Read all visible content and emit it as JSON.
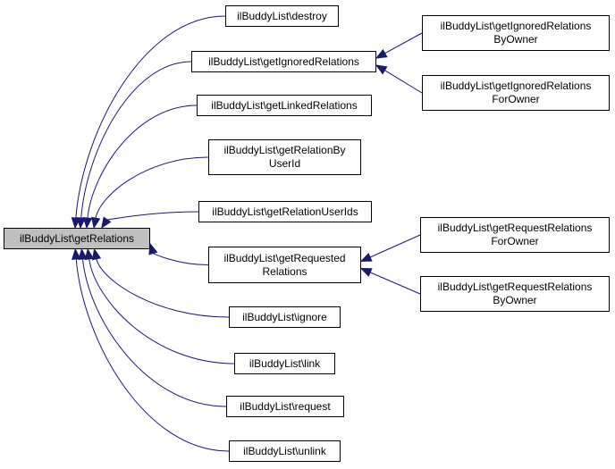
{
  "colors": {
    "edge": "#191970",
    "node_border": "#000000",
    "node_fill": "#ffffff",
    "root_fill": "#bfbfbf"
  },
  "root": {
    "id": "n0",
    "label": "ilBuddyList\\getRelations"
  },
  "nodes": [
    {
      "id": "n1",
      "label": "ilBuddyList\\destroy"
    },
    {
      "id": "n2",
      "label": "ilBuddyList\\getIgnoredRelations"
    },
    {
      "id": "n3",
      "label": "ilBuddyList\\getLinkedRelations"
    },
    {
      "id": "n4",
      "label": "ilBuddyList\\getRelationBy\nUserId"
    },
    {
      "id": "n5",
      "label": "ilBuddyList\\getRelationUserIds"
    },
    {
      "id": "n6",
      "label": "ilBuddyList\\getRequested\nRelations"
    },
    {
      "id": "n7",
      "label": "ilBuddyList\\ignore"
    },
    {
      "id": "n8",
      "label": "ilBuddyList\\link"
    },
    {
      "id": "n9",
      "label": "ilBuddyList\\request"
    },
    {
      "id": "n10",
      "label": "ilBuddyList\\unlink"
    },
    {
      "id": "n11",
      "label": "ilBuddyList\\getIgnoredRelations\nByOwner"
    },
    {
      "id": "n12",
      "label": "ilBuddyList\\getIgnoredRelations\nForOwner"
    },
    {
      "id": "n13",
      "label": "ilBuddyList\\getRequestRelations\nForOwner"
    },
    {
      "id": "n14",
      "label": "ilBuddyList\\getRequestRelations\nByOwner"
    }
  ],
  "edges": [
    {
      "from": "n1",
      "to": "n0"
    },
    {
      "from": "n2",
      "to": "n0"
    },
    {
      "from": "n3",
      "to": "n0"
    },
    {
      "from": "n4",
      "to": "n0"
    },
    {
      "from": "n5",
      "to": "n0"
    },
    {
      "from": "n6",
      "to": "n0"
    },
    {
      "from": "n7",
      "to": "n0"
    },
    {
      "from": "n8",
      "to": "n0"
    },
    {
      "from": "n9",
      "to": "n0"
    },
    {
      "from": "n10",
      "to": "n0"
    },
    {
      "from": "n11",
      "to": "n2"
    },
    {
      "from": "n12",
      "to": "n2"
    },
    {
      "from": "n13",
      "to": "n6"
    },
    {
      "from": "n14",
      "to": "n6"
    }
  ]
}
